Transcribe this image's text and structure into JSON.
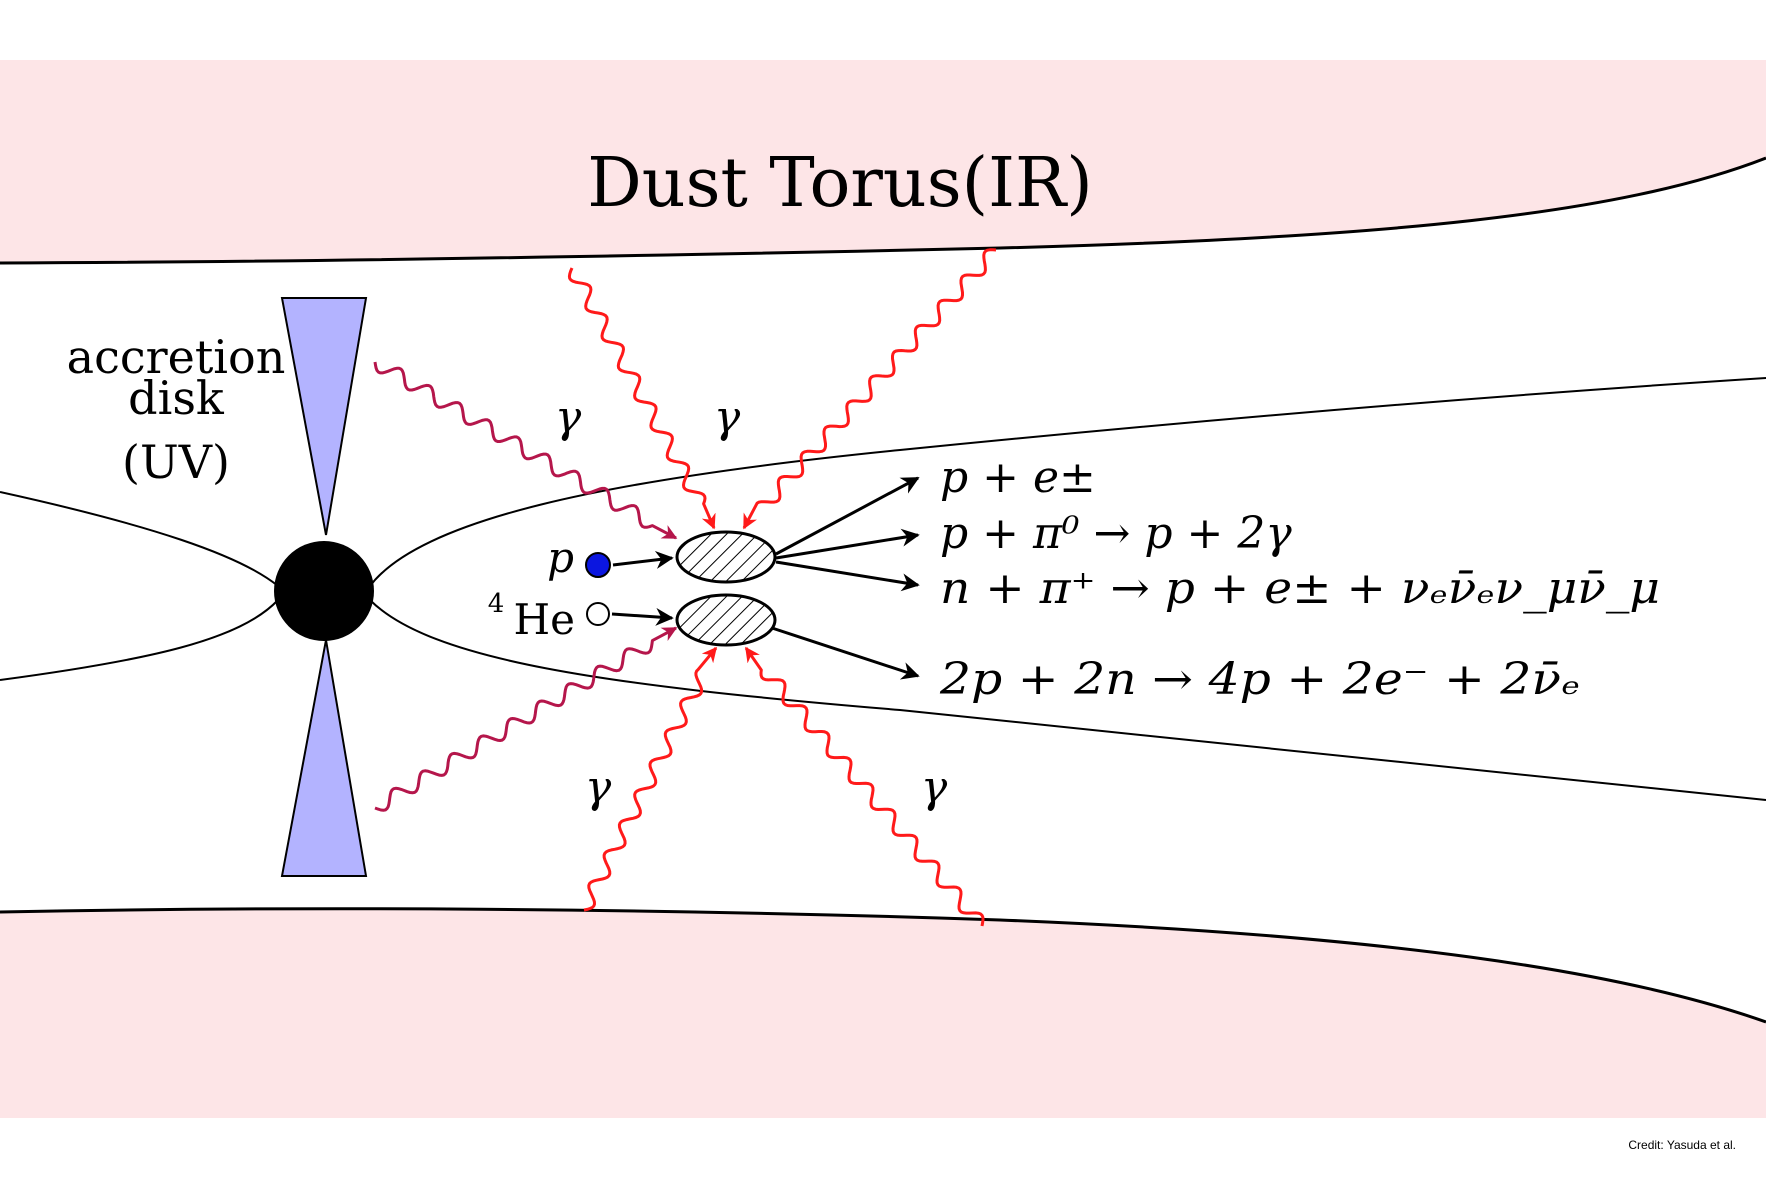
{
  "title": "Dust Torus(IR)",
  "accretion_label": {
    "line1": "accretion",
    "line2": "disk",
    "line3": "(UV)"
  },
  "gamma_symbol": "γ",
  "particles": {
    "proton": "p",
    "helium": "He",
    "helium_mass": "4"
  },
  "reactions": {
    "r1": "p + e±",
    "r2": "p + π⁰ → p + 2γ",
    "r3": "n + π⁺ → p + e± + νₑν̄ₑν_μν̄_μ",
    "r4": "2p + 2n → 4p + 2e⁻ + 2ν̄ₑ"
  },
  "credit": "Credit: Yasuda et al.",
  "colors": {
    "torus": "#fde5e7",
    "disk": "#b3b3ff",
    "photon_ir": "#ff1a1a",
    "photon_uv": "#b5164b",
    "proton": "#0b16e0"
  }
}
